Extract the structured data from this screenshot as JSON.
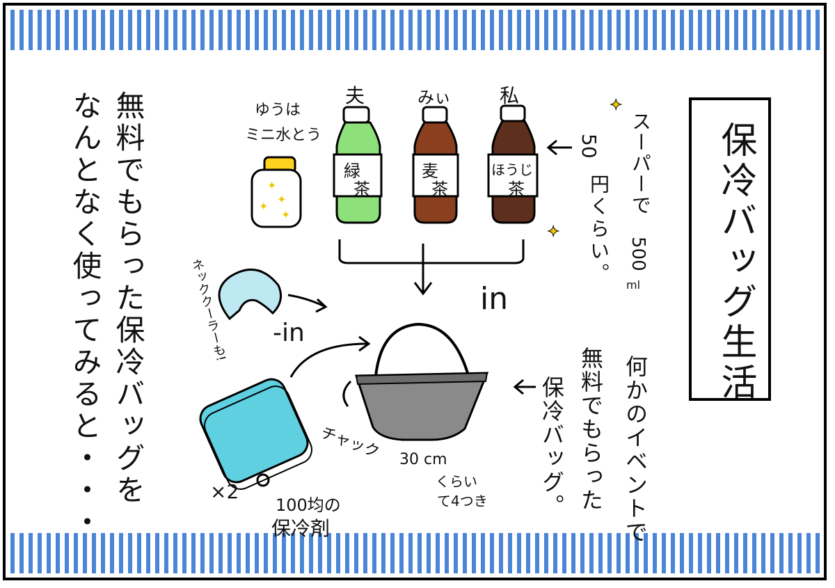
{
  "title": "保冷バッグ生活",
  "narration": {
    "line1": "無料でもらった保冷バッグを",
    "line2": "なんとなく使ってみると・・・"
  },
  "bottles": {
    "small": {
      "owner": "ゆうは",
      "owner2": "ミニ水とう"
    },
    "green": {
      "owner": "夫",
      "label_a": "緑",
      "label_b": "茶"
    },
    "barley": {
      "owner": "みぃ",
      "label_a": "麦",
      "label_b": "茶"
    },
    "roasted": {
      "owner": "私",
      "label_a": "ほうじ",
      "label_b": "茶"
    }
  },
  "price_note": {
    "line1": "50",
    "line2": "円くらい。"
  },
  "super_note": {
    "line1": "スーパーで",
    "line2": "500",
    "unit": "ml"
  },
  "in_main": "in",
  "in_side": "-in",
  "neck_cooler": "ネッククーラーも!",
  "ice_pack": {
    "count": "×2",
    "line1": "100均の",
    "line2": "保冷剤"
  },
  "zipper": "チャック",
  "bag_size": {
    "line1": "30 cm",
    "line2": "くらい",
    "line3": "て4つき"
  },
  "bag_desc": {
    "line1": "何かのイベントで",
    "line2": "無料でもらった",
    "line3": "保冷バッグ。"
  },
  "colors": {
    "stripe": "#4a85d8",
    "green_tea": "#8ee07a",
    "barley_tea": "#8a3f1f",
    "roasted_tea": "#5e2f1c",
    "bag": "#8a8a8a",
    "cooler": "#bfe9f2",
    "icepack": "#5fd0e0",
    "cap_yellow": "#ffd21f"
  }
}
